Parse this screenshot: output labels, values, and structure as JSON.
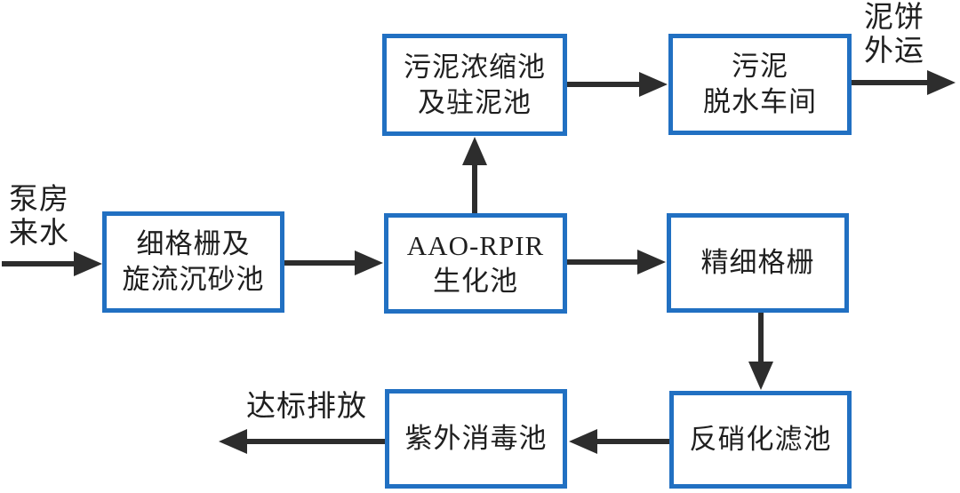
{
  "diagram": {
    "type": "process-flow",
    "colors": {
      "box_border": "#2170c2",
      "box_fill": "#ffffff",
      "text": "#1f1f1f",
      "arrow": "#2d2d2d",
      "background": "#ffffff"
    },
    "nodes": {
      "sludge_thickening": {
        "line1": "污泥浓缩池",
        "line2": "及驻泥池"
      },
      "sludge_dewatering": {
        "line1": "污泥",
        "line2": "脱水车间"
      },
      "fine_screen_grit": {
        "line1": "细格栅及",
        "line2": "旋流沉砂池"
      },
      "aao_rpir": {
        "line1": "AAO-RPIR",
        "line2": "生化池"
      },
      "fine_screen": {
        "line1": "精细格栅"
      },
      "denitrification_filter": {
        "line1": "反硝化滤池"
      },
      "uv_disinfection": {
        "line1": "紫外消毒池"
      }
    },
    "labels": {
      "pump_inflow": {
        "line1": "泵房",
        "line2": "来水"
      },
      "mud_cake_out": {
        "line1": "泥饼",
        "line2": "外运"
      },
      "discharge": {
        "line1": "达标排放"
      }
    },
    "flows": [
      "泵房来水 → 细格栅及旋流沉砂池",
      "细格栅及旋流沉砂池 → AAO-RPIR生化池",
      "AAO-RPIR生化池 → 污泥浓缩池及驻泥池",
      "污泥浓缩池及驻泥池 → 污泥脱水车间",
      "污泥脱水车间 → 泥饼外运",
      "AAO-RPIR生化池 → 精细格栅",
      "精细格栅 → 反硝化滤池",
      "反硝化滤池 → 紫外消毒池",
      "紫外消毒池 → 达标排放"
    ]
  }
}
